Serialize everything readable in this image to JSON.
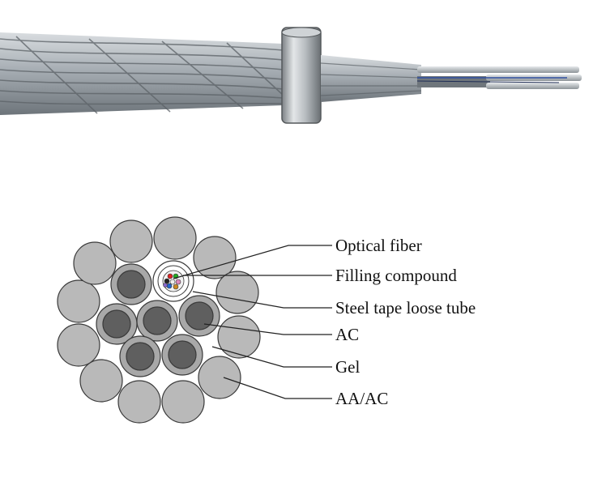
{
  "labels": {
    "optical_fiber": "Optical fiber",
    "filling_compound": "Filling compound",
    "steel_tape_loose_tube": "Steel tape loose tube",
    "ac": "AC",
    "gel": "Gel",
    "aa_ac": "AA/AC"
  },
  "colors": {
    "outer_strand": "#b9b9b9",
    "inner_ring": "#a8a8a8",
    "inner_core": "#5f5f5f",
    "outline": "#3a3a3a",
    "tube_fill": "#ffffff",
    "cable_metal": "#9aa2a9",
    "fiber_blue": "#2e4fa0"
  }
}
